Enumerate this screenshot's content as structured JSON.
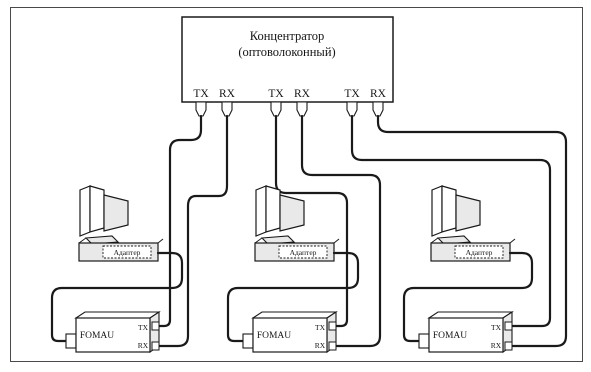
{
  "hub": {
    "label_line1": "Концентратор",
    "label_line2": "(оптоволоконный)",
    "ports": [
      {
        "tx": "TX",
        "rx": "RX"
      },
      {
        "tx": "TX",
        "rx": "RX"
      },
      {
        "tx": "TX",
        "rx": "RX"
      }
    ]
  },
  "stations": [
    {
      "adapter_label": "Адаптер",
      "fomau_label": "FOMAU",
      "tx": "TX",
      "rx": "RX"
    },
    {
      "adapter_label": "Адаптер",
      "fomau_label": "FOMAU",
      "tx": "TX",
      "rx": "RX"
    },
    {
      "adapter_label": "Адаптер",
      "fomau_label": "FOMAU",
      "tx": "TX",
      "rx": "RX"
    }
  ],
  "colors": {
    "line": "#1a1a1a",
    "frame": "#4a4a4a",
    "fill_gray": "#e9e9e9",
    "fill_white": "#ffffff"
  }
}
